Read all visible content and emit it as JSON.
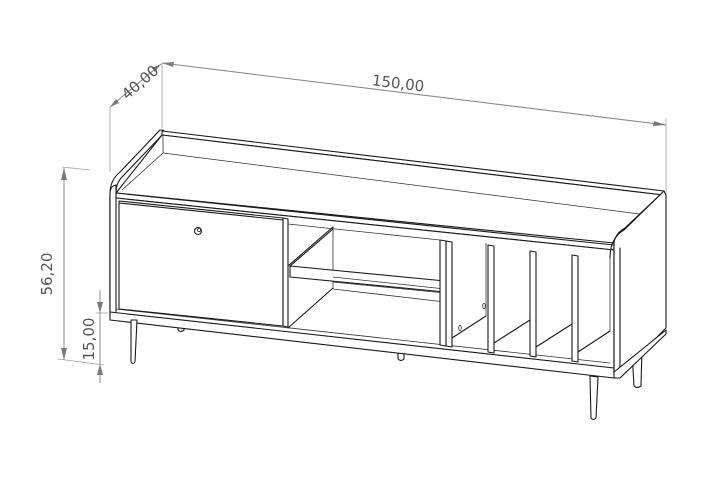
{
  "drawing": {
    "subject": "TV cabinet with drop-front door, open shelf and vinyl record dividers on tapered legs",
    "units_shown": "cm",
    "colors": {
      "line": "#1a1a1a",
      "dimension_line": "#8a8a8a",
      "dimension_text": "#555555",
      "background": "#ffffff"
    }
  },
  "dimensions": {
    "width": {
      "label": "150,00",
      "value": 150.0
    },
    "depth": {
      "label": "40,00",
      "value": 40.0
    },
    "height": {
      "label": "56,20",
      "value": 56.2
    },
    "leg_height": {
      "label": "15,00",
      "value": 15.0
    }
  },
  "components": {
    "door": {
      "name": "drop-front door",
      "count": 1,
      "knob": true
    },
    "open_shelf": {
      "name": "middle open compartment",
      "shelves": 1
    },
    "dividers": {
      "name": "vertical record dividers",
      "count": 4
    },
    "legs": {
      "name": "tapered legs",
      "count": 4
    },
    "top_gallery": {
      "name": "raised rim on top with rounded side ends"
    }
  }
}
